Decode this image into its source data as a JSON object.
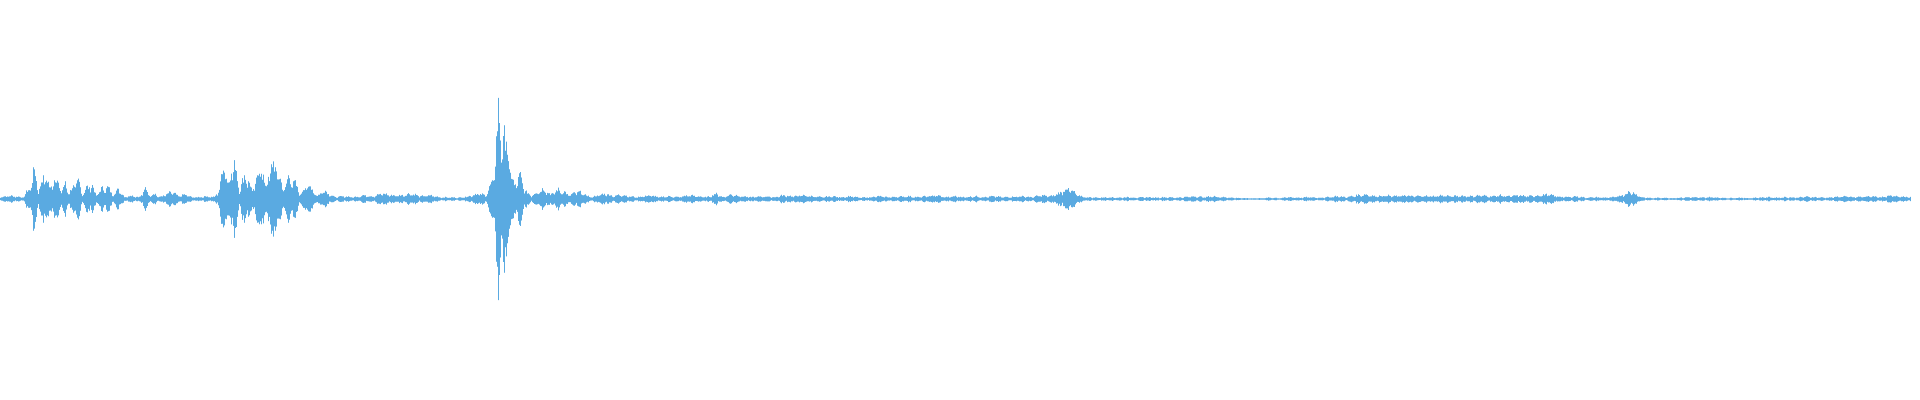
{
  "waveform": {
    "color": "#5aaae1",
    "background": "#ffffff",
    "duration_hint": "",
    "amplitude_envelope": [
      [
        0.0,
        0.02
      ],
      [
        0.004,
        0.035
      ],
      [
        0.008,
        0.03
      ],
      [
        0.012,
        0.018
      ],
      [
        0.016,
        0.15
      ],
      [
        0.018,
        0.33
      ],
      [
        0.02,
        0.08
      ],
      [
        0.022,
        0.22
      ],
      [
        0.024,
        0.26
      ],
      [
        0.026,
        0.1
      ],
      [
        0.028,
        0.24
      ],
      [
        0.03,
        0.2
      ],
      [
        0.032,
        0.08
      ],
      [
        0.034,
        0.17
      ],
      [
        0.036,
        0.06
      ],
      [
        0.038,
        0.14
      ],
      [
        0.041,
        0.19
      ],
      [
        0.043,
        0.05
      ],
      [
        0.045,
        0.12
      ],
      [
        0.048,
        0.16
      ],
      [
        0.05,
        0.04
      ],
      [
        0.053,
        0.11
      ],
      [
        0.056,
        0.13
      ],
      [
        0.059,
        0.05
      ],
      [
        0.062,
        0.11
      ],
      [
        0.065,
        0.02
      ],
      [
        0.068,
        0.04
      ],
      [
        0.073,
        0.02
      ],
      [
        0.076,
        0.12
      ],
      [
        0.078,
        0.04
      ],
      [
        0.081,
        0.06
      ],
      [
        0.083,
        0.02
      ],
      [
        0.087,
        0.05
      ],
      [
        0.09,
        0.08
      ],
      [
        0.093,
        0.03
      ],
      [
        0.097,
        0.05
      ],
      [
        0.1,
        0.02
      ],
      [
        0.104,
        0.02
      ],
      [
        0.108,
        0.03
      ],
      [
        0.112,
        0.02
      ],
      [
        0.115,
        0.12
      ],
      [
        0.117,
        0.48
      ],
      [
        0.119,
        0.15
      ],
      [
        0.121,
        0.33
      ],
      [
        0.123,
        0.38
      ],
      [
        0.125,
        0.1
      ],
      [
        0.128,
        0.26
      ],
      [
        0.13,
        0.21
      ],
      [
        0.132,
        0.07
      ],
      [
        0.135,
        0.3
      ],
      [
        0.137,
        0.34
      ],
      [
        0.139,
        0.12
      ],
      [
        0.142,
        0.39
      ],
      [
        0.145,
        0.32
      ],
      [
        0.148,
        0.1
      ],
      [
        0.151,
        0.24
      ],
      [
        0.154,
        0.18
      ],
      [
        0.157,
        0.05
      ],
      [
        0.16,
        0.15
      ],
      [
        0.163,
        0.12
      ],
      [
        0.166,
        0.03
      ],
      [
        0.169,
        0.1
      ],
      [
        0.172,
        0.06
      ],
      [
        0.175,
        0.02
      ],
      [
        0.18,
        0.03
      ],
      [
        0.185,
        0.02
      ],
      [
        0.19,
        0.04
      ],
      [
        0.195,
        0.03
      ],
      [
        0.2,
        0.06
      ],
      [
        0.205,
        0.04
      ],
      [
        0.21,
        0.04
      ],
      [
        0.215,
        0.06
      ],
      [
        0.22,
        0.03
      ],
      [
        0.225,
        0.04
      ],
      [
        0.23,
        0.02
      ],
      [
        0.24,
        0.015
      ],
      [
        0.245,
        0.03
      ],
      [
        0.25,
        0.06
      ],
      [
        0.254,
        0.04
      ],
      [
        0.258,
        0.2
      ],
      [
        0.261,
        0.98
      ],
      [
        0.263,
        0.6
      ],
      [
        0.265,
        0.68
      ],
      [
        0.267,
        0.3
      ],
      [
        0.269,
        0.15
      ],
      [
        0.272,
        0.25
      ],
      [
        0.275,
        0.08
      ],
      [
        0.278,
        0.04
      ],
      [
        0.282,
        0.09
      ],
      [
        0.285,
        0.11
      ],
      [
        0.288,
        0.05
      ],
      [
        0.292,
        0.1
      ],
      [
        0.295,
        0.08
      ],
      [
        0.298,
        0.04
      ],
      [
        0.302,
        0.08
      ],
      [
        0.305,
        0.06
      ],
      [
        0.309,
        0.02
      ],
      [
        0.313,
        0.04
      ],
      [
        0.317,
        0.06
      ],
      [
        0.321,
        0.03
      ],
      [
        0.325,
        0.05
      ],
      [
        0.329,
        0.03
      ],
      [
        0.333,
        0.02
      ],
      [
        0.34,
        0.04
      ],
      [
        0.345,
        0.02
      ],
      [
        0.35,
        0.03
      ],
      [
        0.355,
        0.02
      ],
      [
        0.36,
        0.04
      ],
      [
        0.365,
        0.03
      ],
      [
        0.37,
        0.02
      ],
      [
        0.375,
        0.06
      ],
      [
        0.378,
        0.02
      ],
      [
        0.383,
        0.05
      ],
      [
        0.388,
        0.03
      ],
      [
        0.393,
        0.02
      ],
      [
        0.4,
        0.03
      ],
      [
        0.405,
        0.02
      ],
      [
        0.41,
        0.04
      ],
      [
        0.415,
        0.03
      ],
      [
        0.42,
        0.04
      ],
      [
        0.425,
        0.03
      ],
      [
        0.43,
        0.02
      ],
      [
        0.435,
        0.03
      ],
      [
        0.44,
        0.02
      ],
      [
        0.445,
        0.03
      ],
      [
        0.45,
        0.015
      ],
      [
        0.455,
        0.02
      ],
      [
        0.46,
        0.03
      ],
      [
        0.465,
        0.02
      ],
      [
        0.47,
        0.025
      ],
      [
        0.475,
        0.03
      ],
      [
        0.48,
        0.02
      ],
      [
        0.485,
        0.03
      ],
      [
        0.49,
        0.04
      ],
      [
        0.495,
        0.02
      ],
      [
        0.5,
        0.03
      ],
      [
        0.505,
        0.02
      ],
      [
        0.51,
        0.03
      ],
      [
        0.515,
        0.02
      ],
      [
        0.52,
        0.03
      ],
      [
        0.525,
        0.02
      ],
      [
        0.53,
        0.025
      ],
      [
        0.535,
        0.03
      ],
      [
        0.54,
        0.02
      ],
      [
        0.545,
        0.04
      ],
      [
        0.55,
        0.03
      ],
      [
        0.555,
        0.07
      ],
      [
        0.558,
        0.12
      ],
      [
        0.561,
        0.09
      ],
      [
        0.564,
        0.04
      ],
      [
        0.568,
        0.02
      ],
      [
        0.575,
        0.015
      ],
      [
        0.58,
        0.02
      ],
      [
        0.585,
        0.015
      ],
      [
        0.59,
        0.02
      ],
      [
        0.595,
        0.015
      ],
      [
        0.6,
        0.02
      ],
      [
        0.605,
        0.015
      ],
      [
        0.61,
        0.02
      ],
      [
        0.615,
        0.015
      ],
      [
        0.62,
        0.02
      ],
      [
        0.625,
        0.03
      ],
      [
        0.63,
        0.02
      ],
      [
        0.635,
        0.03
      ],
      [
        0.64,
        0.02
      ],
      [
        0.645,
        0.015
      ],
      [
        0.65,
        0.01
      ],
      [
        0.655,
        0.008
      ],
      [
        0.66,
        0.01
      ],
      [
        0.665,
        0.015
      ],
      [
        0.67,
        0.01
      ],
      [
        0.675,
        0.02
      ],
      [
        0.68,
        0.015
      ],
      [
        0.685,
        0.02
      ],
      [
        0.69,
        0.015
      ],
      [
        0.695,
        0.02
      ],
      [
        0.7,
        0.03
      ],
      [
        0.705,
        0.02
      ],
      [
        0.71,
        0.04
      ],
      [
        0.715,
        0.05
      ],
      [
        0.72,
        0.03
      ],
      [
        0.725,
        0.04
      ],
      [
        0.73,
        0.03
      ],
      [
        0.735,
        0.04
      ],
      [
        0.74,
        0.03
      ],
      [
        0.745,
        0.035
      ],
      [
        0.75,
        0.03
      ],
      [
        0.755,
        0.04
      ],
      [
        0.76,
        0.03
      ],
      [
        0.765,
        0.035
      ],
      [
        0.77,
        0.03
      ],
      [
        0.775,
        0.04
      ],
      [
        0.78,
        0.03
      ],
      [
        0.785,
        0.04
      ],
      [
        0.79,
        0.03
      ],
      [
        0.795,
        0.04
      ],
      [
        0.8,
        0.03
      ],
      [
        0.805,
        0.04
      ],
      [
        0.81,
        0.05
      ],
      [
        0.815,
        0.03
      ],
      [
        0.82,
        0.02
      ],
      [
        0.825,
        0.03
      ],
      [
        0.83,
        0.015
      ],
      [
        0.835,
        0.02
      ],
      [
        0.84,
        0.015
      ],
      [
        0.845,
        0.02
      ],
      [
        0.85,
        0.05
      ],
      [
        0.853,
        0.08
      ],
      [
        0.856,
        0.06
      ],
      [
        0.859,
        0.02
      ],
      [
        0.865,
        0.01
      ],
      [
        0.87,
        0.015
      ],
      [
        0.875,
        0.01
      ],
      [
        0.88,
        0.015
      ],
      [
        0.885,
        0.02
      ],
      [
        0.89,
        0.015
      ],
      [
        0.895,
        0.02
      ],
      [
        0.9,
        0.015
      ],
      [
        0.905,
        0.01
      ],
      [
        0.91,
        0.015
      ],
      [
        0.915,
        0.01
      ],
      [
        0.92,
        0.015
      ],
      [
        0.925,
        0.02
      ],
      [
        0.93,
        0.015
      ],
      [
        0.935,
        0.02
      ],
      [
        0.94,
        0.015
      ],
      [
        0.945,
        0.025
      ],
      [
        0.95,
        0.02
      ],
      [
        0.955,
        0.015
      ],
      [
        0.96,
        0.02
      ],
      [
        0.965,
        0.03
      ],
      [
        0.97,
        0.02
      ],
      [
        0.975,
        0.025
      ],
      [
        0.98,
        0.03
      ],
      [
        0.985,
        0.02
      ],
      [
        0.99,
        0.035
      ],
      [
        0.995,
        0.03
      ],
      [
        1.0,
        0.02
      ]
    ]
  }
}
